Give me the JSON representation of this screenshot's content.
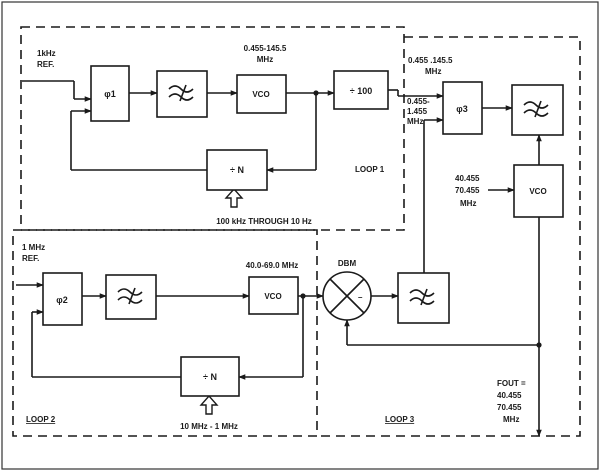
{
  "blocks": {
    "phase_detector_1": "φ1",
    "phase_detector_2": "φ2",
    "phase_detector_3": "φ3",
    "vco_1": "VCO",
    "vco_2": "VCO",
    "vco_3": "VCO",
    "divider_100": "÷ 100",
    "divider_n_1": "÷ N",
    "divider_n_2": "÷ N"
  },
  "labels": {
    "ref_1_a": "1kHz",
    "ref_1_b": "REF.",
    "ref_2_a": "1 MHz",
    "ref_2_b": "REF.",
    "vco1_freq_a": "0.455-145.5",
    "vco1_freq_b": "MHz",
    "pd3_in_a": "0.455 .145.5",
    "pd3_in_b": "MHz",
    "pd3_in2_a": "0.455-",
    "pd3_in2_b": "1.455",
    "pd3_in2_c": "MHz",
    "loop1_range": "100 kHz THROUGH 10 Hz",
    "vco2_freq": "40.0-69.0 MHz",
    "dbm": "DBM",
    "mixer_minus": "–",
    "vco3_freq_a": "40.455",
    "vco3_freq_b": "70.455",
    "vco3_freq_c": "MHz",
    "loop2_range": "10 MHz - 1 MHz",
    "fout_a": "FOUT =",
    "fout_b": "40.455",
    "fout_c": "70.455",
    "fout_d": "MHz",
    "loop_1": "LOOP 1",
    "loop_2": "LOOP 2",
    "loop_3": "LOOP 3"
  }
}
